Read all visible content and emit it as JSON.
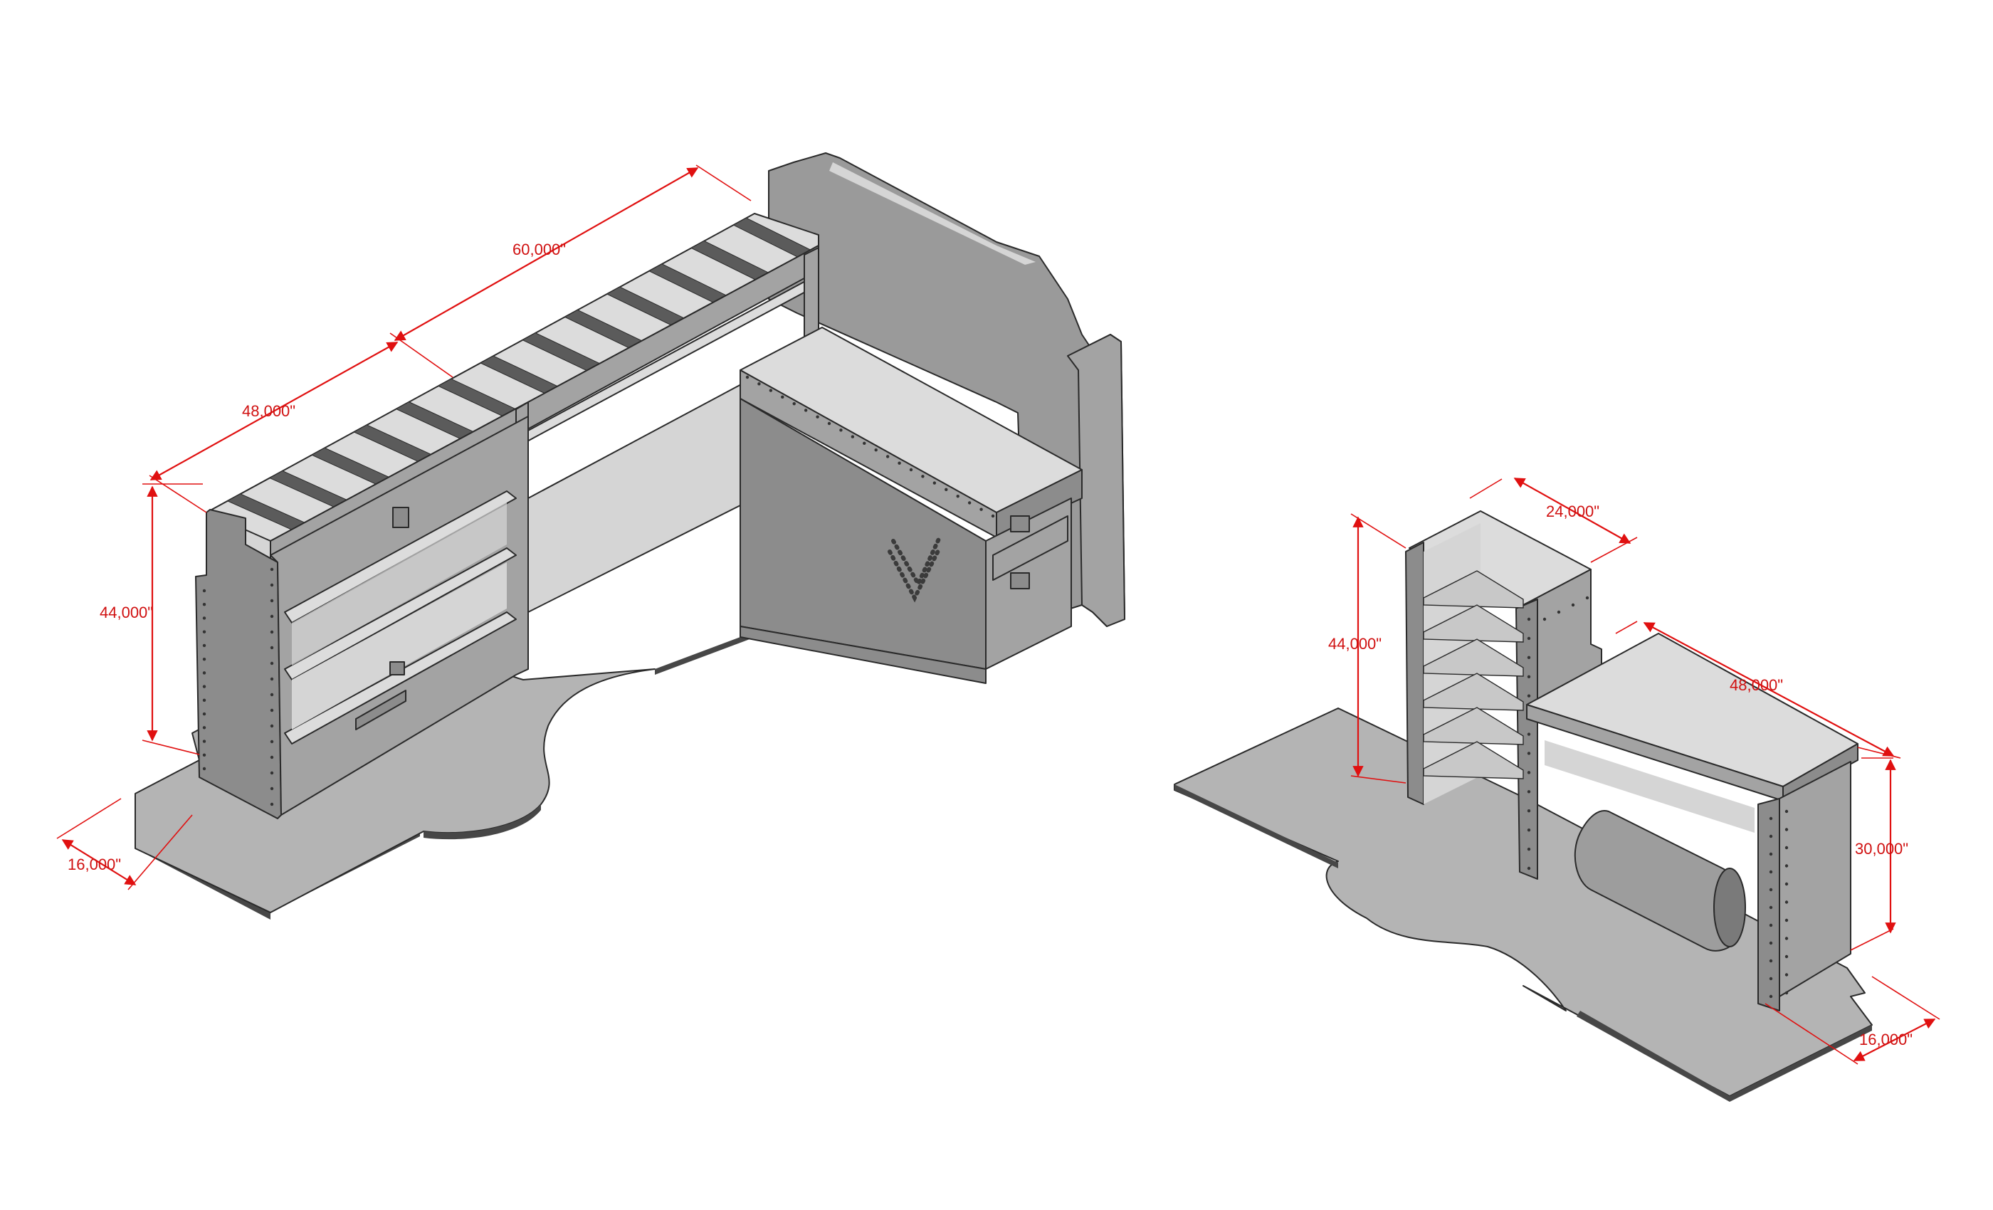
{
  "figure": {
    "left_unit": {
      "dimensions": {
        "overall_length": "60,000\"",
        "section_length": "48,000\"",
        "height": "44,000\"",
        "depth": "16,000\""
      }
    },
    "right_unit": {
      "dimensions": {
        "tower_width": "24,000\"",
        "tower_height": "44,000\"",
        "bench_length": "48,000\"",
        "bench_height": "30,000\"",
        "depth": "16,000\""
      }
    }
  },
  "colors": {
    "dimension": "#e01010",
    "floor": "#b4b4b4",
    "metal": "#9a9a9a",
    "edge": "#2a2a2a"
  }
}
